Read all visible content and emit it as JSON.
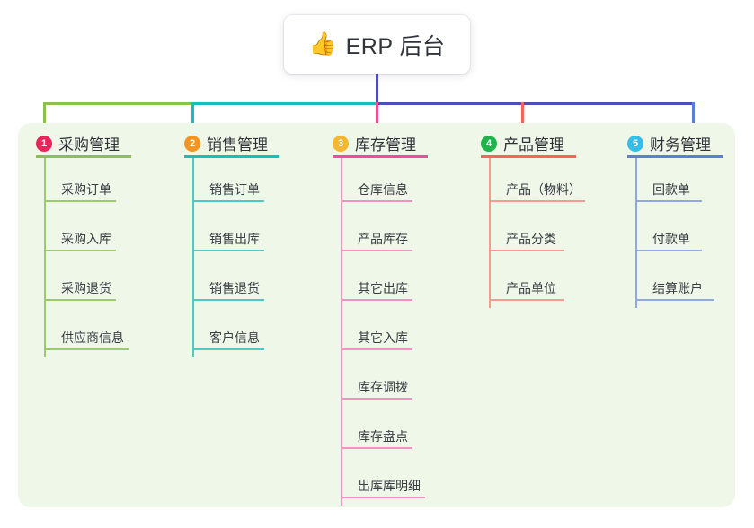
{
  "diagram": {
    "type": "mindmap",
    "root": {
      "icon": "thumbs-up-emoji",
      "emoji": "👍",
      "title": "ERP 后台"
    },
    "panel_color": "#eff7e9",
    "branches": [
      {
        "number": "1",
        "title": "采购管理",
        "badge_color": "#e8255a",
        "line_color": "#8cc152",
        "items": [
          {
            "label": "采购订单"
          },
          {
            "label": "采购入库"
          },
          {
            "label": "采购退货"
          },
          {
            "label": "供应商信息"
          }
        ]
      },
      {
        "number": "2",
        "title": "销售管理",
        "badge_color": "#f7941e",
        "line_color": "#17bfb8",
        "items": [
          {
            "label": "销售订单"
          },
          {
            "label": "销售出库"
          },
          {
            "label": "销售退货"
          },
          {
            "label": "客户信息"
          }
        ]
      },
      {
        "number": "3",
        "title": "库存管理",
        "badge_color": "#f5b731",
        "line_color": "#ef4d9b",
        "items": [
          {
            "label": "仓库信息"
          },
          {
            "label": "产品库存"
          },
          {
            "label": "其它出库"
          },
          {
            "label": "其它入库"
          },
          {
            "label": "库存调拨"
          },
          {
            "label": "库存盘点"
          },
          {
            "label": "出库库明细"
          }
        ]
      },
      {
        "number": "4",
        "title": "产品管理",
        "badge_color": "#22b24c",
        "line_color": "#f4655a",
        "items": [
          {
            "label": "产品（物料）"
          },
          {
            "label": "产品分类"
          },
          {
            "label": "产品单位"
          }
        ]
      },
      {
        "number": "5",
        "title": "财务管理",
        "badge_color": "#35bdea",
        "line_color": "#5b7fd4",
        "items": [
          {
            "label": "回款单"
          },
          {
            "label": "付款单"
          },
          {
            "label": "结算账户"
          }
        ]
      }
    ],
    "connectors": {
      "trunk_color": "#4a50b5",
      "bar_segments": [
        {
          "color": "#8cc152"
        },
        {
          "color": "#17bfb8"
        },
        {
          "color": "#4a50b5"
        }
      ]
    }
  }
}
